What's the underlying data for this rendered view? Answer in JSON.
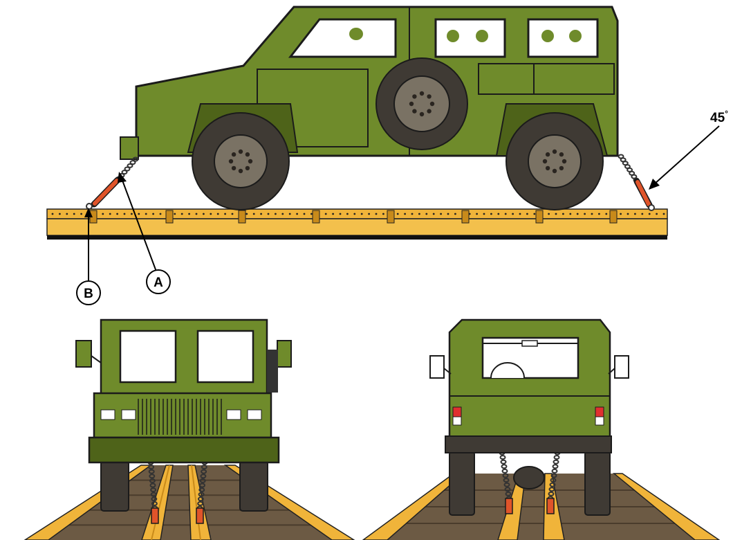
{
  "callouts": {
    "a": "A",
    "b": "B"
  },
  "angle_label": "45",
  "angle_unit": "°",
  "colors": {
    "body": "#6f8b2b",
    "body_dark": "#4e6319",
    "tire": "#3f3a34",
    "hub": "#7a7264",
    "deck": "#f0b43a",
    "deck_dark": "#c88a1a",
    "strap": "#e0542a",
    "rail_wood": "#6c5a44"
  }
}
